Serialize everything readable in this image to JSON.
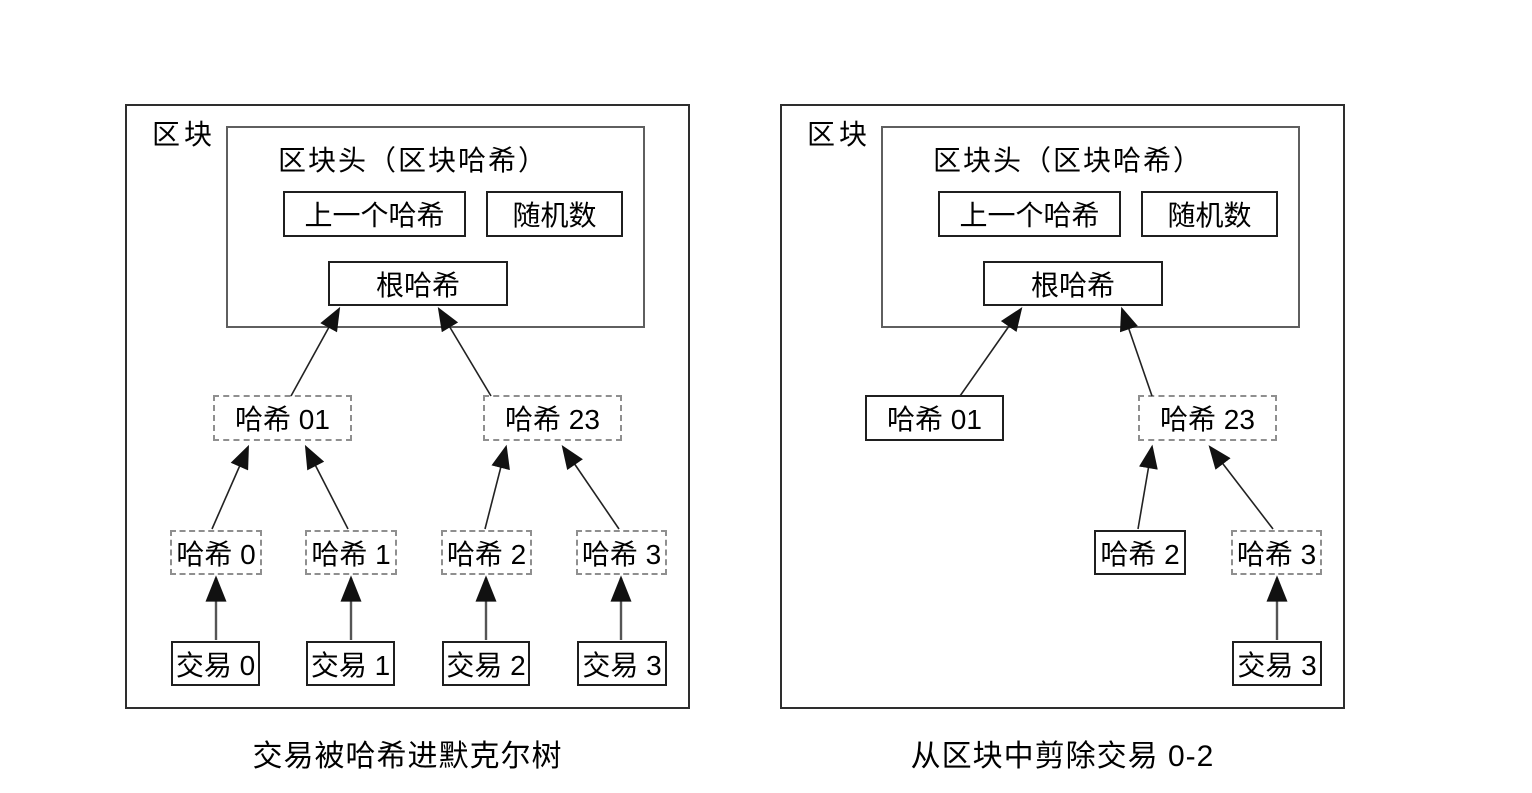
{
  "colors": {
    "background": "#ffffff",
    "text": "#000000",
    "solid_border": "#1f1f1f",
    "dashed_border": "#8f8f8f",
    "arrow": "#111111"
  },
  "left_diagram": {
    "block_label": "区块",
    "header": {
      "title": "区块头（区块哈希）",
      "prev_hash": "上一个哈希",
      "nonce": "随机数",
      "root_hash": "根哈希"
    },
    "nodes": {
      "hash01": "哈希 01",
      "hash23": "哈希 23",
      "hash0": "哈希 0",
      "hash1": "哈希 1",
      "hash2": "哈希 2",
      "hash3": "哈希 3",
      "tx0": "交易 0",
      "tx1": "交易 1",
      "tx2": "交易 2",
      "tx3": "交易 3"
    },
    "caption": "交易被哈希进默克尔树"
  },
  "right_diagram": {
    "block_label": "区块",
    "header": {
      "title": "区块头（区块哈希）",
      "prev_hash": "上一个哈希",
      "nonce": "随机数",
      "root_hash": "根哈希"
    },
    "nodes": {
      "hash01": "哈希 01",
      "hash23": "哈希 23",
      "hash2": "哈希 2",
      "hash3": "哈希 3",
      "tx3": "交易 3"
    },
    "caption": "从区块中剪除交易 0-2"
  }
}
